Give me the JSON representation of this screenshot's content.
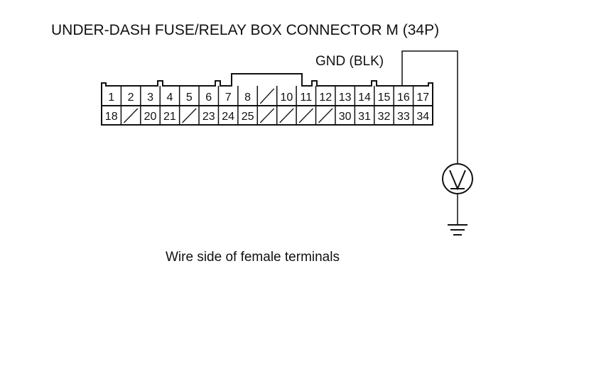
{
  "title": "UNDER-DASH FUSE/RELAY BOX CONNECTOR M (34P)",
  "gnd_label": "GND (BLK)",
  "caption": "Wire side of female terminals",
  "connector": {
    "top_row": [
      "1",
      "2",
      "3",
      "4",
      "5",
      "6",
      "7",
      "8",
      "",
      "10",
      "11",
      "12",
      "13",
      "14",
      "15",
      "16",
      "17"
    ],
    "bottom_row": [
      "18",
      "",
      "20",
      "21",
      "",
      "23",
      "24",
      "25",
      "",
      "",
      "",
      "",
      "30",
      "31",
      "32",
      "33",
      "34"
    ],
    "probe_terminal": "16"
  },
  "meter_icon": "voltmeter-icon",
  "ground_icon": "ground-icon"
}
